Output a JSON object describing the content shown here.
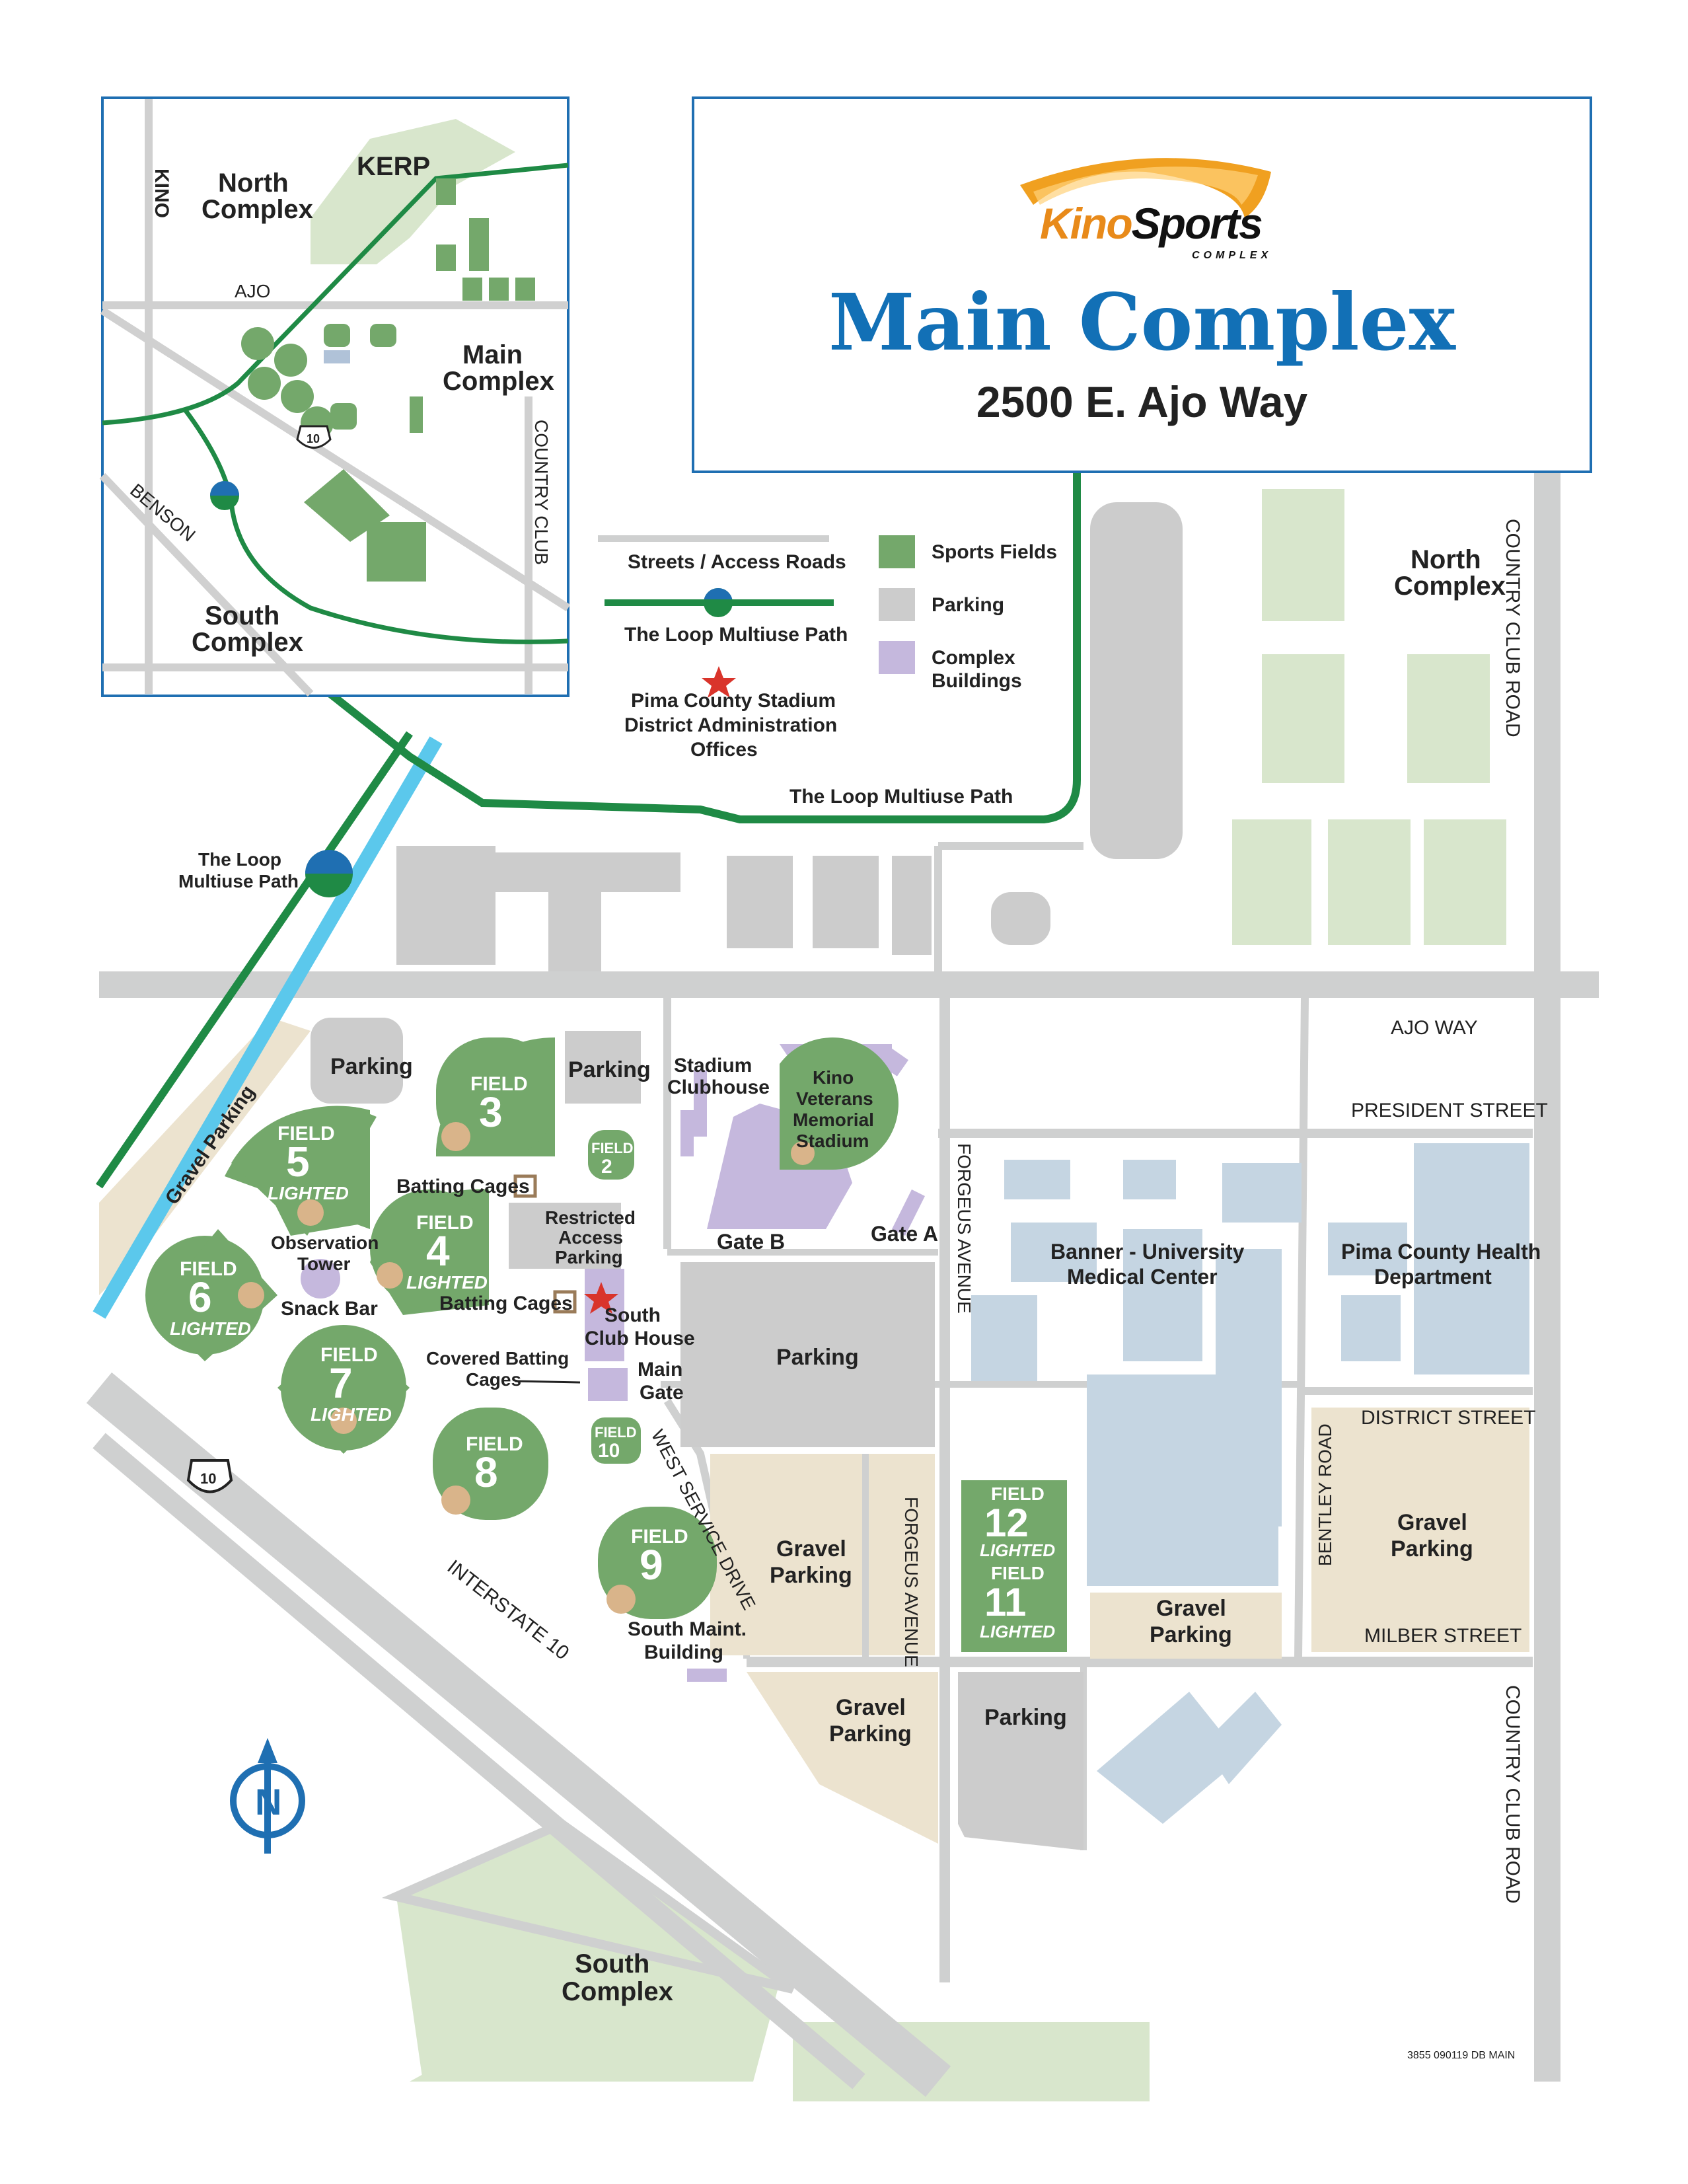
{
  "header": {
    "logo_word1": "Kino",
    "logo_word2": "Sports",
    "logo_tagline": "COMPLEX",
    "title": "Main Complex",
    "address": "2500 E. Ajo Way"
  },
  "legend": {
    "streets": "Streets / Access Roads",
    "loop": "The Loop Multiuse Path",
    "stadium_line1": "Pima County Stadium",
    "stadium_line2": "District Administration",
    "stadium_line3": "Offices",
    "sports_fields": "Sports Fields",
    "parking": "Parking",
    "buildings_line1": "Complex",
    "buildings_line2": "Buildings"
  },
  "inset": {
    "kino": "KINO",
    "kerp": "KERP",
    "north_line1": "North",
    "north_line2": "Complex",
    "ajo": "AJO",
    "main_line1": "Main",
    "main_line2": "Complex",
    "country_club": "COUNTRY CLUB",
    "benson": "BENSON",
    "south_line1": "South",
    "south_line2": "Complex",
    "interstate_shield": "10"
  },
  "map": {
    "loop_path": "The Loop Multiuse Path",
    "loop_left_line1": "The Loop",
    "loop_left_line2": "Multiuse Path",
    "north_line1": "North",
    "north_line2": "Complex",
    "country_club_road": "COUNTRY CLUB ROAD",
    "ajo_way": "AJO WAY",
    "president_street": "PRESIDENT STREET",
    "district_street": "DISTRICT STREET",
    "milber_street": "MILBER STREET",
    "bentley_road": "BENTLEY ROAD",
    "forgeus_avenue": "FORGEUS AVENUE",
    "west_service_drive": "WEST SERVICE DRIVE",
    "interstate": "INTERSTATE 10",
    "interstate_shield": "10",
    "gravel_parking_diag": "Gravel Parking",
    "parking": "Parking",
    "gravel_line1": "Gravel",
    "gravel_line2": "Parking",
    "stadium_clubhouse_line1": "Stadium",
    "stadium_clubhouse_line2": "Clubhouse",
    "kino_stadium_line1": "Kino",
    "kino_stadium_line2": "Veterans",
    "kino_stadium_line3": "Memorial",
    "kino_stadium_line4": "Stadium",
    "gate_a": "Gate A",
    "gate_b": "Gate B",
    "batting_cages": "Batting Cages",
    "restricted_line1": "Restricted",
    "restricted_line2": "Access",
    "restricted_line3": "Parking",
    "observation_line1": "Observation",
    "observation_line2": "Tower",
    "snack_bar": "Snack Bar",
    "south_club_line1": "South",
    "south_club_line2": "Club House",
    "covered_line1": "Covered Batting",
    "covered_line2": "Cages",
    "main_gate_line1": "Main",
    "main_gate_line2": "Gate",
    "banner_line1": "Banner - University",
    "banner_line2": "Medical Center",
    "pima_line1": "Pima County Health",
    "pima_line2": "Department",
    "south_maint_line1": "South Maint.",
    "south_maint_line2": "Building",
    "south_complex_line1": "South",
    "south_complex_line2": "Complex",
    "north_arrow": "N",
    "footer_code": "3855 090119 DB MAIN"
  },
  "fields": {
    "field_word": "FIELD",
    "lighted_word": "LIGHTED",
    "numbers": [
      "2",
      "3",
      "4",
      "5",
      "6",
      "7",
      "8",
      "9",
      "10",
      "11",
      "12"
    ]
  },
  "colors": {
    "field_green": "#74a86b",
    "pale_green": "#d8e6cc",
    "street_gray": "#cfd0d0",
    "parking_gray": "#cccccc",
    "building_purple": "#c5b8dd",
    "gravel_tan": "#ece3cf",
    "medical_blue": "#c5d5e2",
    "loop_green": "#1f8a45",
    "water_blue": "#5bc8ec",
    "title_blue": "#1270b6",
    "star_red": "#d9342b"
  }
}
